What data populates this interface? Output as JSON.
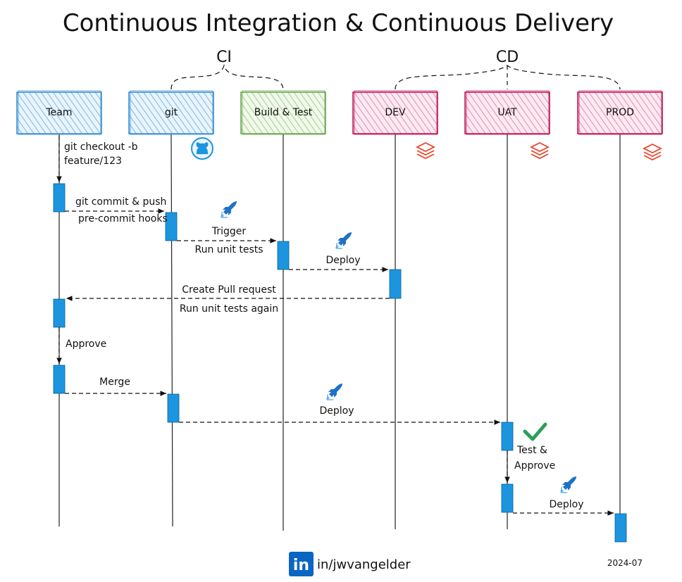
{
  "title": "Continuous Integration & Continuous Delivery",
  "groups": {
    "ci": "CI",
    "cd": "CD"
  },
  "participants": [
    {
      "name": "Team"
    },
    {
      "name": "git"
    },
    {
      "name": "Build & Test"
    },
    {
      "name": "DEV"
    },
    {
      "name": "UAT"
    },
    {
      "name": "PROD"
    }
  ],
  "messages": {
    "checkout_1": "git checkout -b",
    "checkout_2": "feature/123",
    "commit": "git commit & push",
    "precommit": "pre-commit hooks",
    "trigger": "Trigger",
    "unit_tests": "Run unit tests",
    "deploy_dev": "Deploy",
    "pull_request": "Create Pull request",
    "unit_tests_again": "Run unit tests again",
    "approve": "Approve",
    "merge": "Merge",
    "deploy_uat": "Deploy",
    "test_1": "Test &",
    "test_2": "Approve",
    "deploy_prod": "Deploy"
  },
  "footer": {
    "handle": "in/jwvangelder",
    "logo": "in",
    "date": "2024-07"
  },
  "icons": {
    "github": "github-icon",
    "pipelines": "azure-pipelines-icon",
    "databricks": "databricks-icon",
    "check": "check-icon",
    "linkedin": "linkedin-icon"
  },
  "colors": {
    "blue": "#3a8fd4",
    "blue_fill": "#cfe6f7",
    "green": "#6aa84f",
    "green_fill": "#e3f0d8",
    "pink": "#c2185b",
    "pink_fill": "#f6d5e2",
    "activation": "#1b95e0",
    "databricks": "#e8452c",
    "check": "#2e9e5b",
    "linkedin": "#0a66c2"
  }
}
